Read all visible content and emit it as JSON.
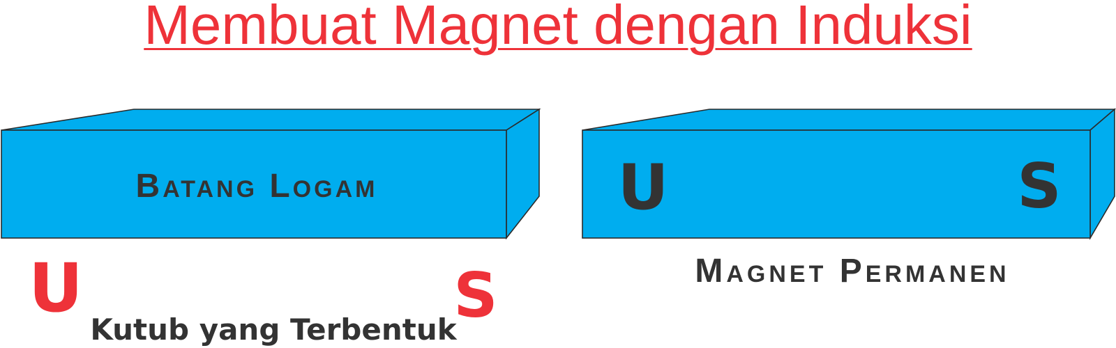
{
  "title": "Membuat Magnet dengan Induksi",
  "left_bar": {
    "label": "Batang Logam",
    "induced_pole_left": "U",
    "induced_pole_right": "S",
    "caption": "Kutub yang Terbentuk"
  },
  "right_bar": {
    "pole_left": "U",
    "pole_right": "S",
    "caption": "Magnet Permanen"
  },
  "colors": {
    "title": "#ee3239",
    "bar_fill": "#00adef",
    "bar_outline": "#2b2b2b",
    "text_dark": "#333333",
    "pole_red": "#ee3239"
  }
}
